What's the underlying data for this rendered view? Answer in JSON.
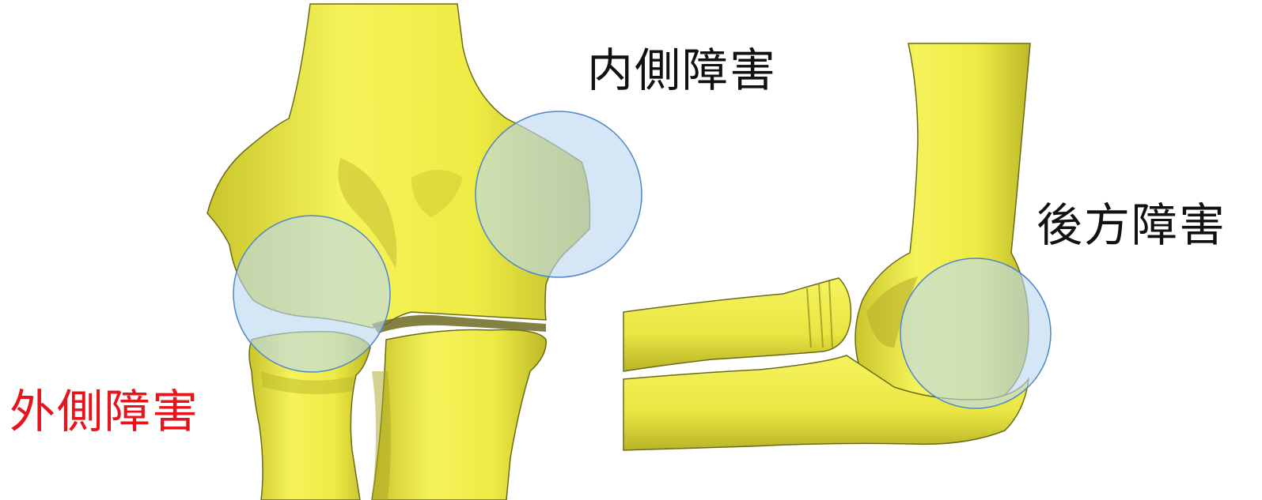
{
  "labels": {
    "medial": "内側障害",
    "posterior": "後方障害",
    "lateral": "外側障害"
  },
  "colors": {
    "bone_fill": "#f2f04a",
    "bone_shadow": "#b9b52a",
    "bone_outline": "#5a5a10",
    "highlight_fill": "#bcd8f2",
    "highlight_stroke": "#4f86c6",
    "label_default": "#111111",
    "label_lateral": "#e8141c"
  },
  "figures": [
    {
      "name": "anterior-elbow-view",
      "highlights": [
        "medial",
        "lateral"
      ]
    },
    {
      "name": "lateral-elbow-view",
      "highlights": [
        "posterior"
      ]
    }
  ]
}
